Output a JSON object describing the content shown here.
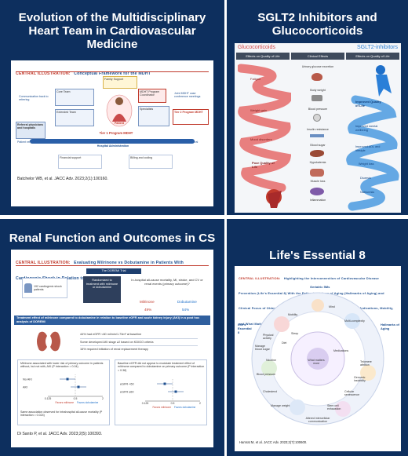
{
  "cards": [
    {
      "title": "Evolution of the Multidisciplinary Heart Team in Cardiovascular Medicine",
      "central_label": "CENTRAL ILLUSTRATION:",
      "central_title": "Conceptual Framework for the MDHT",
      "citation": "Batchelor WB, et al. JACC Adv. 2023;2(1):100160.",
      "boxes": {
        "family": "Family Support",
        "core": "Core Team",
        "extended": "Extended Team",
        "patient": "Patient",
        "coordinator": "MDHT Program Coordinator",
        "specialists": "Specialists",
        "communication": "Communication back to referring",
        "referral": "Referral physicians and hospitals",
        "tier1": "Tier 1 Program MDHT",
        "tier2": "Tier 2 Program MDHT",
        "joint": "Joint MDHT case conference meetings",
        "admin": "Hospital Administration",
        "financial": "Financial support",
        "billing": "Billing and coding",
        "patient_referral": "Patient referral",
        "complex_referral": "Complex patient referral"
      }
    },
    {
      "title": "SGLT2 Inhibitors and Glucocorticoids",
      "left_label": "Glucocorticoids",
      "right_label": "SGLT2-inhibitors",
      "headers": [
        "Effects on Quality of Life",
        "Clinical Effects",
        "Effects on Quality of Life"
      ],
      "left_items": [
        "Fatigue",
        "Weight gain",
        "Mood disorders",
        "Poor Quality of Life"
      ],
      "right_items": [
        "Improved Quality of Life",
        "Improved mental wellbeing",
        "Improved ADL and lifestyle",
        "Weight loss",
        "Diuresis",
        "Natriuresis"
      ],
      "middle_items": [
        "Urinary glucose excretion",
        "Body weight",
        "Blood pressure",
        "Insulin resistance",
        "Blood sugar",
        "Hypokalemia",
        "Muscle loss",
        "Inflammation"
      ]
    },
    {
      "title": "Renal Function and Outcomes in CS",
      "central_label": "CENTRAL ILLUSTRATION:",
      "central_title": "Evaluating Milrinone vs Dobutamine in Patients With Cardiogenic Shock in Relation to Renal Function",
      "trial": "The DOREMI Trial",
      "patients": "192 cardiogenic shock patients",
      "randomized": "Randomized to treatment with milrinone or dobutamine",
      "outcome": "In-hospital all-cause mortality, MI, stroke, and CV or renal events (primary outcome)?",
      "milrinone_label": "Milrinone",
      "dobutamine_label": "Dobutamine",
      "milrinone_pct": "49%",
      "dobutamine_pct": "54%",
      "banner": "Treatment effect of milrinone compared to dobutamine in relation to baseline eGFR and acute kidney injury (AKI) in a post hoc analysis of DOREMI",
      "bullets": [
        "44% had eGFR <60 ml/min/1.73m² at baseline",
        "Some developed AKI stage ≥2 based on KDIGO criteria",
        "16% required initiation of renal replacement therapy"
      ],
      "left_panel_title": "Milrinone associated with lower risk of primary outcome in patients without, but not with, AKI (P interaction = 0.04)",
      "left_panel_caption": "Same association observed for intrahospital all-cause mortality (P interaction = 0.024)",
      "right_panel_title": "Baseline eGFR did not appear to modulate treatment effect of milrinone compared to dobutamine on primary outcome (P interaction = 0.38)",
      "favors_milrinone": "Favors milrinone",
      "favors_dobutamine": "Favors dobutamine",
      "forest_left_rows": [
        "No AKI",
        "AKI"
      ],
      "forest_right_rows": [
        "eGFR <60",
        "eGFR ≥60"
      ],
      "axis_ticks": [
        "0.125",
        "0.5",
        "2"
      ],
      "citation": "Di Santo P, et al. JACC Adv. 2023;2(5):100393."
    },
    {
      "title": "Life's Essential 8",
      "central_label": "CENTRAL ILLUSTRATION:",
      "central_title": "Highlighting the Interconnection of Cardiovascular Disease Prevention (Life's Essential 8) With the Pathophysiology of Aging (Hallmarks of Aging) and Clinical Focus of Older Adult's Care, Geriatric 5Ms (Mind, Multicomplexity, Medications, Mobility, and What Matters Most)",
      "outer_labels": [
        "Geriatric 5Ms",
        "Life's Essential 8",
        "Hallmarks of Aging"
      ],
      "ring_items": [
        "Mind",
        "Multi-complexity",
        "Mobility",
        "Medications",
        "What matters most",
        "Diet",
        "Sleep",
        "Nicotine",
        "Physical activity",
        "Blood pressure",
        "Cholesterol",
        "Manage blood sugar",
        "Manage weight",
        "Genomic instability",
        "Telomere attrition",
        "Cellular senescence",
        "Stem cell exhaustion",
        "Altered intercellular communication"
      ],
      "citation": "Hamrat M, et al. JACC Adv. 2023;2(7):100600."
    }
  ]
}
